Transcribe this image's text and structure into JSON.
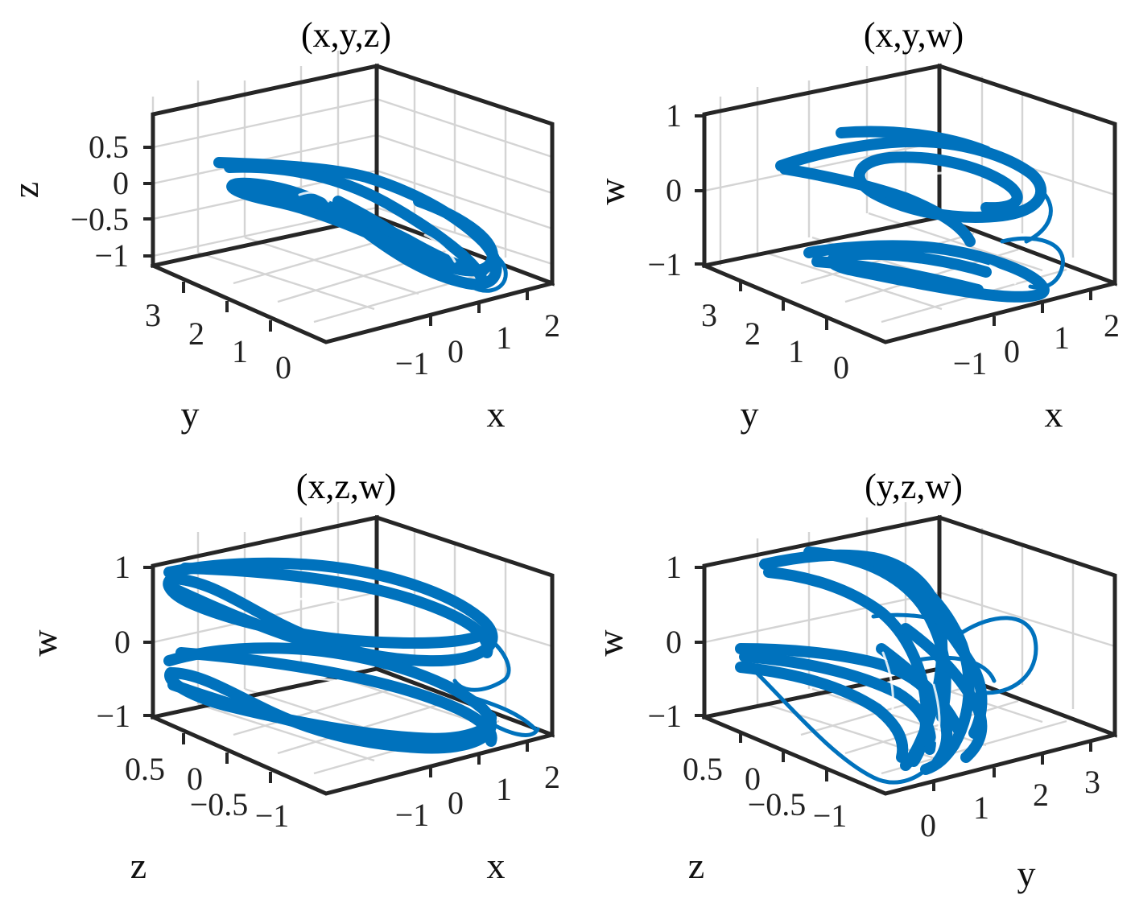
{
  "chart_data": [
    {
      "type": "scatter",
      "title": "(x,y,z)",
      "axes": [
        "x",
        "y",
        "z"
      ],
      "xlabel": "x",
      "ylabel": "y",
      "zlabel": "z",
      "xticks": [
        "−1",
        "0",
        "1",
        "2"
      ],
      "yticks": [
        "0",
        "1",
        "2",
        "3"
      ],
      "zticks": [
        "−1",
        "−0.5",
        "0",
        "0.5"
      ],
      "xlim": [
        -2,
        2.5
      ],
      "ylim": [
        -0.6,
        3.6
      ],
      "zlim": [
        -1.1,
        0.9
      ],
      "grid": true,
      "series": [
        {
          "color": "#0072BD"
        }
      ]
    },
    {
      "type": "scatter",
      "title": "(x,y,w)",
      "axes": [
        "x",
        "y",
        "w"
      ],
      "xlabel": "x",
      "ylabel": "y",
      "zlabel": "w",
      "xticks": [
        "−1",
        "0",
        "1",
        "2"
      ],
      "yticks": [
        "0",
        "1",
        "2",
        "3"
      ],
      "zticks": [
        "−1",
        "0",
        "1"
      ],
      "xlim": [
        -2,
        2.5
      ],
      "ylim": [
        -0.6,
        3.6
      ],
      "zlim": [
        -1,
        1
      ],
      "grid": true,
      "series": [
        {
          "color": "#0072BD"
        }
      ]
    },
    {
      "type": "scatter",
      "title": "(x,z,w)",
      "axes": [
        "x",
        "z",
        "w"
      ],
      "xlabel": "x",
      "ylabel": "z",
      "zlabel": "w",
      "xticks": [
        "−1",
        "0",
        "1",
        "2"
      ],
      "yticks": [
        "−1",
        "−0.5",
        "0",
        "0.5"
      ],
      "zticks": [
        "−1",
        "0",
        "1"
      ],
      "xlim": [
        -2,
        2.5
      ],
      "ylim": [
        -1.2,
        0.9
      ],
      "zlim": [
        -1,
        1
      ],
      "grid": true,
      "series": [
        {
          "color": "#0072BD"
        }
      ]
    },
    {
      "type": "scatter",
      "title": "(y,z,w)",
      "axes": [
        "y",
        "z",
        "w"
      ],
      "xlabel": "y",
      "ylabel": "z",
      "zlabel": "w",
      "xticks": [
        "0",
        "1",
        "2",
        "3"
      ],
      "yticks": [
        "−1",
        "−0.5",
        "0",
        "0.5"
      ],
      "zticks": [
        "−1",
        "0",
        "1"
      ],
      "xlim": [
        -0.4,
        3.6
      ],
      "ylim": [
        -1.2,
        0.9
      ],
      "zlim": [
        -1,
        1
      ],
      "grid": true,
      "series": [
        {
          "color": "#0072BD"
        }
      ]
    }
  ]
}
